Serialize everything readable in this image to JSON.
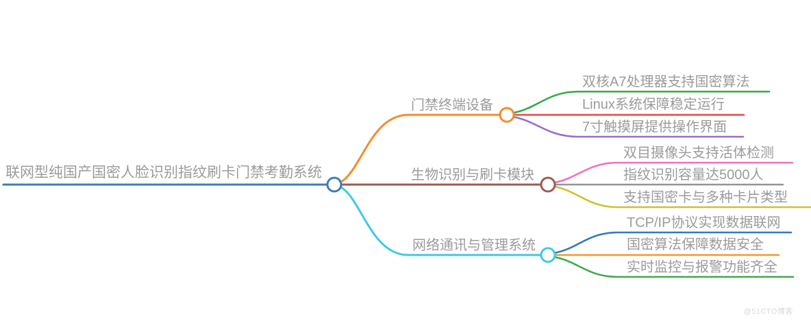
{
  "root": {
    "label": "联网型纯国产国密人脸识别指纹刷卡门禁考勤系统",
    "color": "#3a7cba"
  },
  "branches": [
    {
      "label": "门禁终端设备",
      "color": "#f78b2d",
      "children": [
        {
          "label": "双核A7处理器支持国密算法",
          "color": "#35ab3f"
        },
        {
          "label": "Linux系统保障稳定运行",
          "color": "#e54747"
        },
        {
          "label": "7寸触摸屏提供操作界面",
          "color": "#9a6bcd"
        }
      ]
    },
    {
      "label": "生物识别与刷卡模块",
      "color": "#a2594f",
      "children": [
        {
          "label": "双目摄像头支持活体检测",
          "color": "#f06fc2"
        },
        {
          "label": "指纹识别容量达5000人",
          "color": "#909698"
        },
        {
          "label": "支持国密卡与多种卡片类型",
          "color": "#c9c42f"
        }
      ]
    },
    {
      "label": "网络通讯与管理系统",
      "color": "#3ec9e6",
      "children": [
        {
          "label": "TCP/IP协议实现数据联网",
          "color": "#3679be"
        },
        {
          "label": "国密算法保障数据安全",
          "color": "#fb9426"
        },
        {
          "label": "实时监控与报警功能齐全",
          "color": "#42a948"
        }
      ]
    }
  ],
  "watermark": {
    "text": "@51CTO博客",
    "color": "#d9d9d9"
  }
}
